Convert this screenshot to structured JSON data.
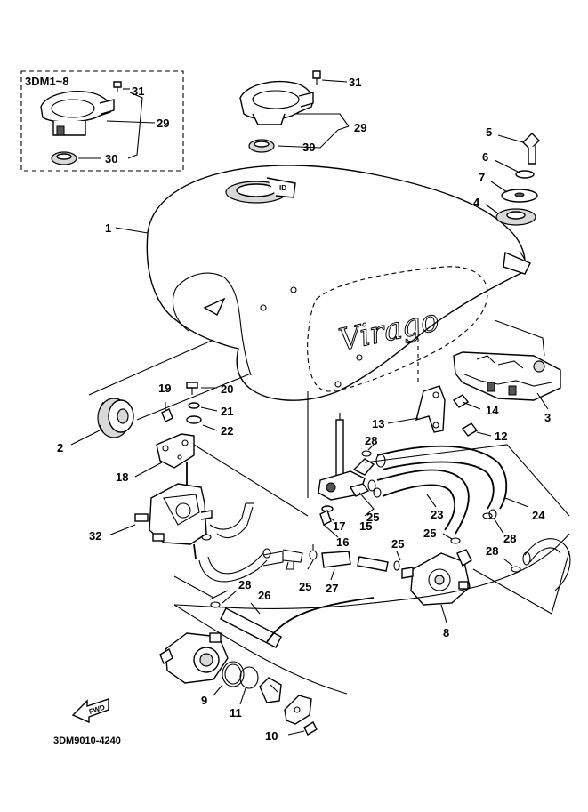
{
  "inset_label": "3DM1~8",
  "drawing_code": "3DM9010-4240",
  "fwd_label": "FWD",
  "tank_script": "Virago",
  "callouts": {
    "c1": "1",
    "c2": "2",
    "c3": "3",
    "c4": "4",
    "c5": "5",
    "c6": "6",
    "c7": "7",
    "c8": "8",
    "c9": "9",
    "c10": "10",
    "c11": "11",
    "c12": "12",
    "c13": "13",
    "c14": "14",
    "c15": "15",
    "c16": "16",
    "c17": "17",
    "c18": "18",
    "c19": "19",
    "c20": "20",
    "c21": "21",
    "c22": "22",
    "c23": "23",
    "c24": "24",
    "c25": "25",
    "c26": "26",
    "c27": "27",
    "c28": "28",
    "c29": "29",
    "c30": "30",
    "c31": "31",
    "c32": "32"
  }
}
